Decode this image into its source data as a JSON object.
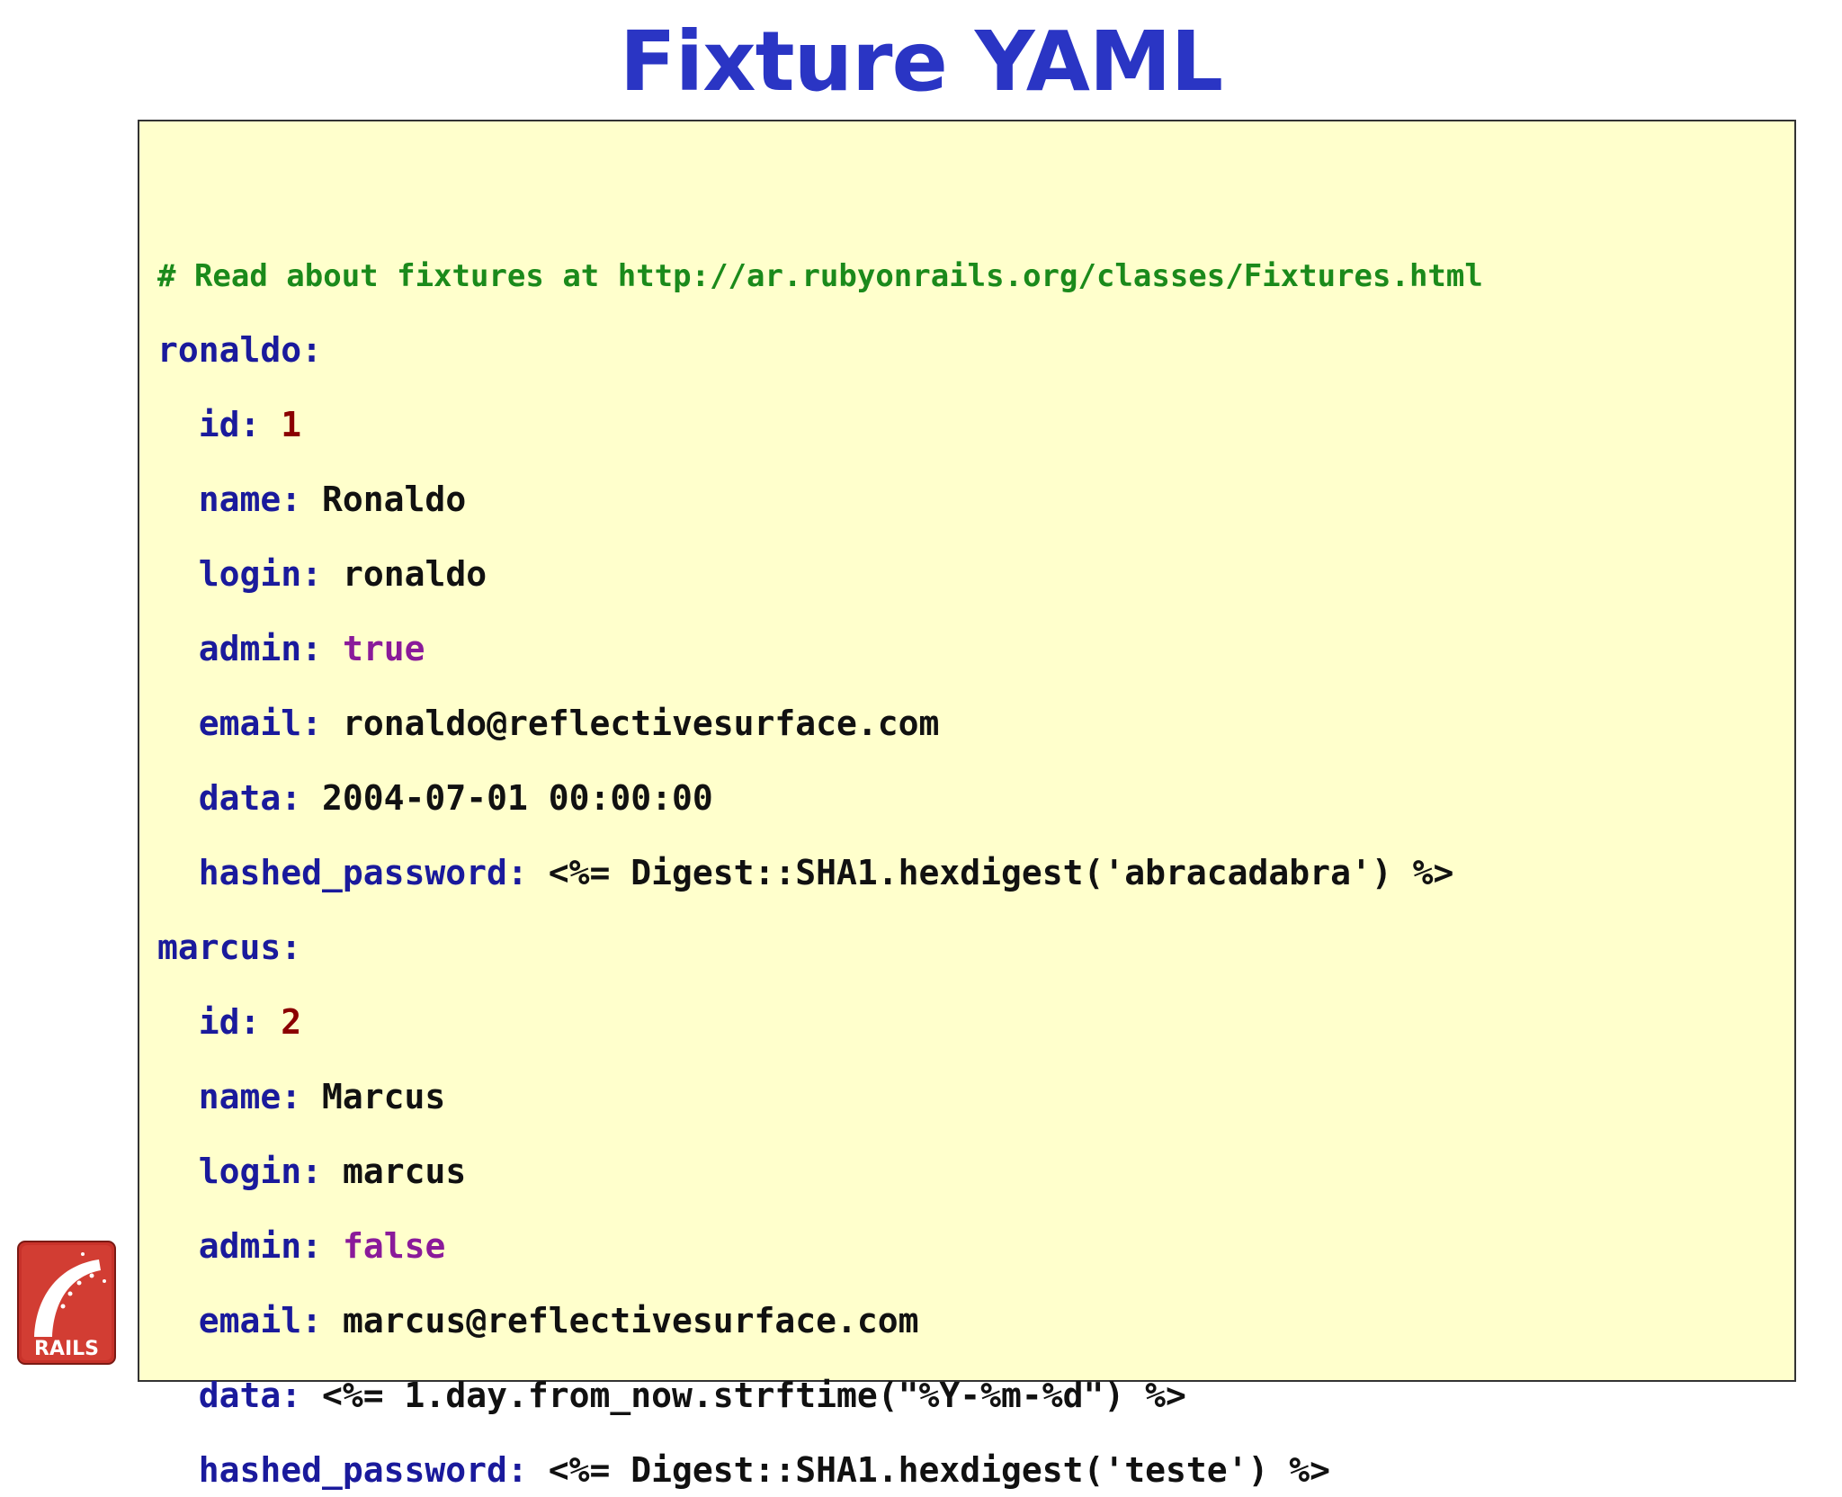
{
  "title": "Fixture YAML",
  "code": {
    "comment": "# Read about fixtures at http://ar.rubyonrails.org/classes/Fixtures.html",
    "records": [
      {
        "key": "ronaldo:",
        "fields": [
          {
            "key": "id:",
            "value": "1",
            "type": "num"
          },
          {
            "key": "name:",
            "value": "Ronaldo",
            "type": "val"
          },
          {
            "key": "login:",
            "value": "ronaldo",
            "type": "val"
          },
          {
            "key": "admin:",
            "value": "true",
            "type": "bool"
          },
          {
            "key": "email:",
            "value": "ronaldo@reflectivesurface.com",
            "type": "val"
          },
          {
            "key": "data:",
            "value": "2004-07-01 00:00:00",
            "type": "val"
          },
          {
            "key": "hashed_password:",
            "value": "<%= Digest::SHA1.hexdigest('abracadabra') %>",
            "type": "val"
          }
        ]
      },
      {
        "key": "marcus:",
        "fields": [
          {
            "key": "id:",
            "value": "2",
            "type": "num"
          },
          {
            "key": "name:",
            "value": "Marcus",
            "type": "val"
          },
          {
            "key": "login:",
            "value": "marcus",
            "type": "val"
          },
          {
            "key": "admin:",
            "value": "false",
            "type": "bool"
          },
          {
            "key": "email:",
            "value": "marcus@reflectivesurface.com",
            "type": "val"
          },
          {
            "key": "data:",
            "value": "<%= 1.day.from_now.strftime(\"%Y-%m-%d\") %>",
            "type": "val"
          },
          {
            "key": "hashed_password:",
            "value": "<%= Digest::SHA1.hexdigest('teste') %>",
            "type": "val"
          }
        ]
      }
    ]
  },
  "logo": {
    "text": "RAILS",
    "name": "rails-logo"
  },
  "colors": {
    "title": "#2a35c4",
    "code_background": "#ffffcc",
    "comment": "#1b8a1b",
    "key": "#1a1a9c",
    "number": "#8b0000",
    "boolean": "#8a1a9a",
    "logo_red": "#c8322a"
  }
}
